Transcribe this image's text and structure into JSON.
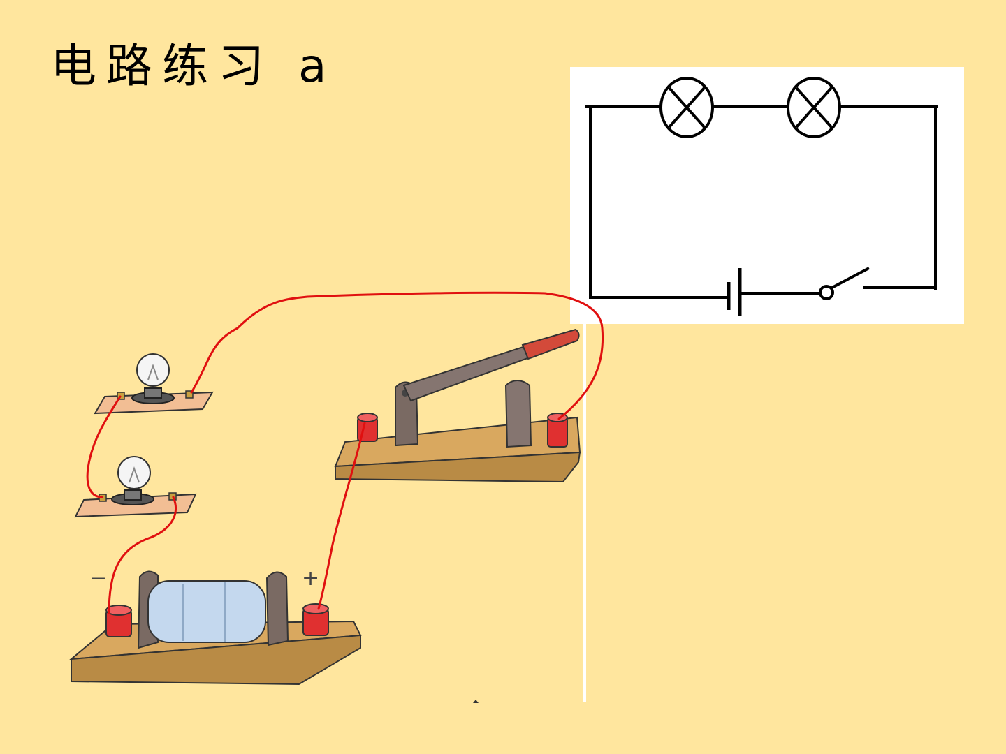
{
  "slide": {
    "title": "电路练习 a",
    "background": "#FFE69E"
  },
  "schematic": {
    "components": [
      "lamp",
      "lamp",
      "battery",
      "switch-open"
    ],
    "wire_color": "#000000",
    "panel_color": "#FFFFFF"
  },
  "apparatus": {
    "components": [
      "bulb-on-base",
      "bulb-on-base",
      "knife-switch",
      "battery-holder"
    ],
    "battery_minus_label": "−",
    "battery_plus_label": "+",
    "wire_color": "#E01010"
  }
}
